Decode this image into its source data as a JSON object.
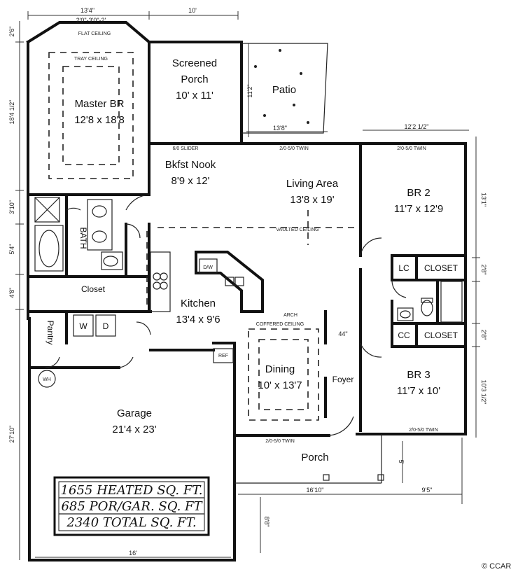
{
  "rooms": {
    "master": {
      "name": "Master BR",
      "size": "12'8 x 18'8"
    },
    "screened": {
      "name1": "Screened",
      "name2": "Porch",
      "size": "10' x 11'"
    },
    "patio": {
      "name": "Patio"
    },
    "nook": {
      "name": "Bkfst Nook",
      "size": "8'9 x 12'"
    },
    "living": {
      "name": "Living Area",
      "size": "13'8 x 19'"
    },
    "br2": {
      "name": "BR 2",
      "size": "11'7 x 12'9"
    },
    "bath": {
      "name": "BATH"
    },
    "closet_master": {
      "name": "Closet"
    },
    "kitchen": {
      "name": "Kitchen",
      "size": "13'4 x 9'6"
    },
    "lc": {
      "name": "LC"
    },
    "closet_br2": {
      "name": "CLOSET"
    },
    "cc": {
      "name": "CC"
    },
    "closet_br3": {
      "name": "CLOSET"
    },
    "pantry": {
      "name": "Pantry"
    },
    "dining": {
      "name": "Dining",
      "size": "10' x 13'7"
    },
    "foyer": {
      "name": "Foyer"
    },
    "br3": {
      "name": "BR 3",
      "size": "11'7 x 10'"
    },
    "garage": {
      "name": "Garage",
      "size": "21'4 x 23'"
    },
    "porch": {
      "name": "Porch"
    }
  },
  "appliances": {
    "washer": "W",
    "dryer": "D",
    "dishwasher": "D/W",
    "fridge": "REF",
    "water_heater": "WH"
  },
  "notes": {
    "flat_ceiling": "FLAT CEILING",
    "tray_ceiling": "TRAY CEILING",
    "slider": "6/0 SLIDER",
    "twin1": "2/0-5/0 TWIN",
    "twin2": "2/0-5/0 TWIN",
    "vaulted": "VAULTED CEILING",
    "coffered": "COFFERED CEILING",
    "arch": "ARCH",
    "twin_front": "2/0-5/0 TWIN",
    "twin_br3": "2/0-5/0 TWIN"
  },
  "dimensions": {
    "top_master": "13'4\"",
    "top_porch": "10'",
    "bay": "2'0\"-3'0\"-2'",
    "left_26": "2'6\"",
    "left_master": "18'4 1/2\"",
    "left_310": "3'10\"",
    "left_54": "5'4\"",
    "left_48": "4'8\"",
    "left_garage": "27'10\"",
    "patio_side": "11'2\"",
    "patio_bottom": "13'8\"",
    "right_top": "12'2 1/2\"",
    "right_br2": "13'1\"",
    "right_28a": "2'8\"",
    "right_28b": "2'8\"",
    "right_br3": "10'3 1/2\"",
    "porch_side": "5'",
    "porch_16": "16'10\"",
    "porch_95": "9'5\"",
    "garage_88": "8'8\"",
    "garage_16": "16'",
    "hall_44": "44\""
  },
  "totals": {
    "heated": "1655 HEATED SQ. FT.",
    "porch_garage": "685 POR/GAR. SQ. FT",
    "total": "2340 TOTAL SQ. FT."
  },
  "copyright": "© CCAR"
}
